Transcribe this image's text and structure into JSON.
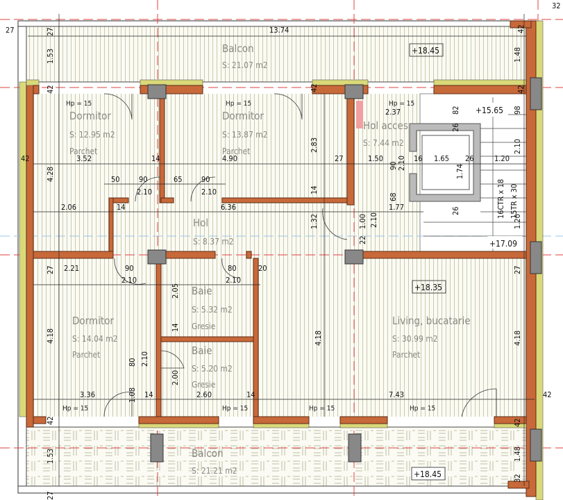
{
  "rooms": {
    "balcon_top": {
      "name": "Balcon",
      "area": "S: 21.07 m2",
      "level": "+18.45"
    },
    "dormitor_1": {
      "name": "Dormitor",
      "area": "S: 12.95 m2",
      "floor": "Parchet",
      "hp": "Hp = 15"
    },
    "dormitor_2": {
      "name": "Dormitor",
      "area": "S: 13.87 m2",
      "floor": "Parchet",
      "hp": "Hp = 15"
    },
    "hol_acces": {
      "name": "Hol acces",
      "area": "S: 7.44 m2",
      "hp": "Hp = 15"
    },
    "hol": {
      "name": "Hol",
      "area": "S: 8.37 m2"
    },
    "dormitor_3": {
      "name": "Dormitor",
      "area": "S: 14.04 m2",
      "floor": "Parchet",
      "hp": "Hp = 15"
    },
    "baie_1": {
      "name": "Baie",
      "area": "S: 5.32 m2",
      "floor": "Gresie"
    },
    "baie_2": {
      "name": "Baie",
      "area": "S: 5.20 m2",
      "floor": "Gresie",
      "hp": "Hp = 15"
    },
    "living": {
      "name": "Living, bucatarie",
      "area": "S: 30.99 m2",
      "floor": "Parchet",
      "level": "+18.35",
      "hp": "Hp = 15"
    },
    "hall_bottom": {
      "hp": "Hp = 15"
    },
    "balcon_bottom": {
      "name": "Balcon",
      "area": "S: 21.21 m2",
      "level": "+18.45"
    }
  },
  "stair": {
    "level_top": "+15.65",
    "level_bottom": "+17.09",
    "risers": "16CTR x 18",
    "treads": "15TR x 30"
  },
  "colors": {
    "wall": "#c8693a",
    "insulation": "#d9d97a",
    "hatch": "#c9c9b0",
    "pillar": "#888888"
  },
  "dims_h": [
    "27",
    "13.74",
    "3.52",
    "14",
    "4.90",
    "27",
    "1.50",
    "16",
    "1.65",
    "26",
    "1.20",
    "42",
    "50",
    "90",
    "65",
    "90",
    "2.10",
    "2.10",
    "2.06",
    "14",
    "6.36",
    "1.77",
    "2.21",
    "90",
    "2.10",
    "80",
    "2.10",
    "20",
    "3.36",
    "14",
    "2.60",
    "14",
    "7.43",
    "42",
    "2.37",
    "32"
  ],
  "dims_v": [
    "27",
    "1.53",
    "42",
    "4.28",
    "42",
    "2.83",
    "14",
    "1.32",
    "1.00",
    "2.10",
    "22",
    "90",
    "2.10",
    "68",
    "82",
    "26",
    "1.74",
    "26",
    "98",
    "2.10",
    "1.20",
    "42",
    "1.48",
    "42",
    "27",
    "27",
    "4.18",
    "2.05",
    "14",
    "80",
    "2.10",
    "2.00",
    "1.08",
    "4.18",
    "4.18",
    "42",
    "42",
    "1.53",
    "1.48",
    "32",
    "27"
  ]
}
